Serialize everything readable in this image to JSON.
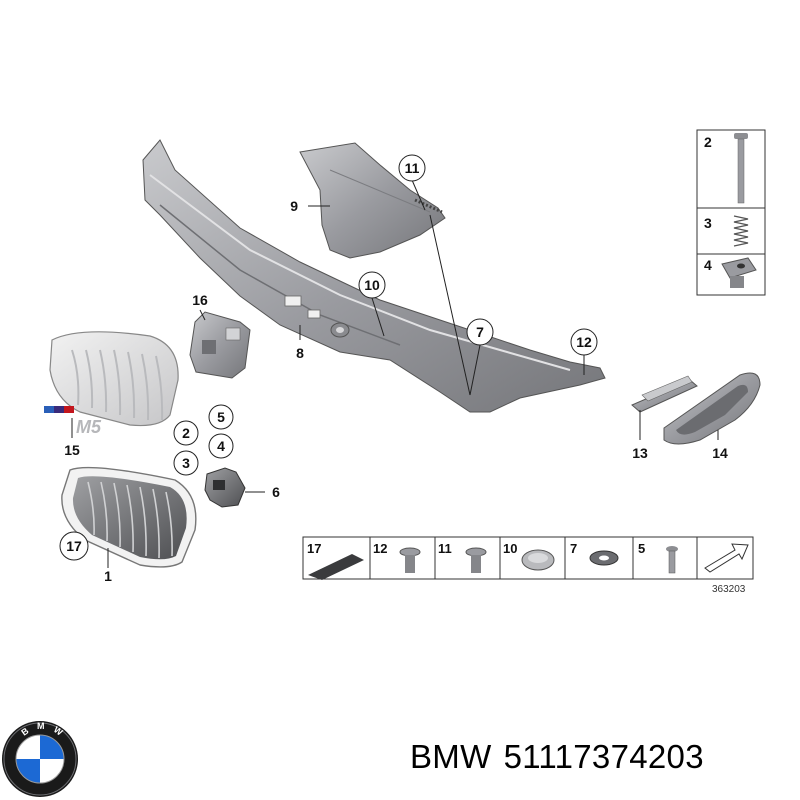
{
  "callouts": {
    "c1": "1",
    "c2a": "2",
    "c2b": "2",
    "c3a": "3",
    "c3b": "3",
    "c4a": "4",
    "c4b": "4",
    "c5a": "5",
    "c5b": "5",
    "c6": "6",
    "c7a": "7",
    "c7b": "7",
    "c8": "8",
    "c9": "9",
    "c10a": "10",
    "c10b": "10",
    "c11a": "11",
    "c11b": "11",
    "c12a": "12",
    "c12b": "12",
    "c13": "13",
    "c14": "14",
    "c15": "15",
    "c16": "16",
    "c17a": "17",
    "c17b": "17"
  },
  "badge_text": "M5",
  "ref_code": "363203",
  "footer": {
    "brand": "BMW",
    "part_number": "51117374203"
  },
  "colors": {
    "part_gray": "#9a9ba0",
    "part_dark": "#6b6c70",
    "line": "#222222",
    "bmw_blue": "#1c69d4"
  },
  "icons": [
    "bmw-logo-icon",
    "arrow-icon"
  ]
}
